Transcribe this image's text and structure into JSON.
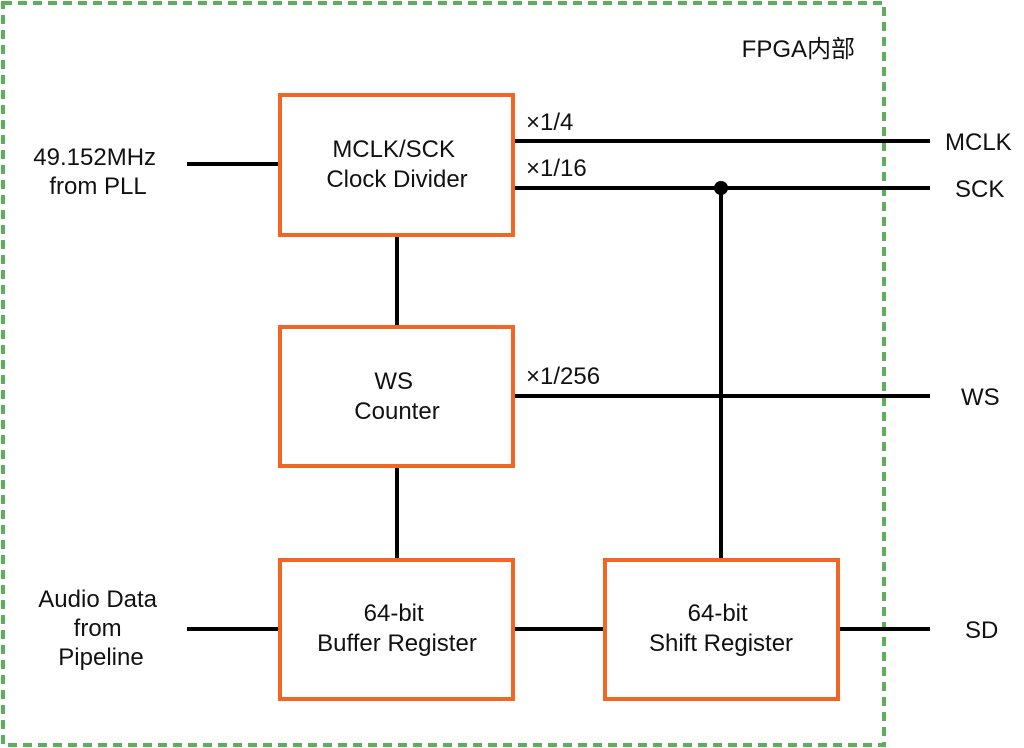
{
  "region": {
    "label": "FPGA内部",
    "border_color": "#5fae5f"
  },
  "colors": {
    "block_border": "#f26522",
    "wire": "#000000"
  },
  "blocks": [
    {
      "id": "clock-divider",
      "lines": [
        "MCLK/SCK",
        "Clock Divider"
      ]
    },
    {
      "id": "ws-counter",
      "lines": [
        "WS",
        "Counter"
      ]
    },
    {
      "id": "buffer-register",
      "lines": [
        "64-bit",
        "Buffer Register"
      ]
    },
    {
      "id": "shift-register",
      "lines": [
        "64-bit",
        "Shift Register"
      ]
    }
  ],
  "inputs": [
    {
      "id": "pll-clock",
      "lines": [
        "49.152MHz",
        "from PLL"
      ]
    },
    {
      "id": "audio-data",
      "lines": [
        "Audio Data",
        "from",
        "Pipeline"
      ]
    }
  ],
  "outputs": [
    {
      "id": "mclk",
      "label": "MCLK",
      "ratio": "×1/4"
    },
    {
      "id": "sck",
      "label": "SCK",
      "ratio": "×1/16"
    },
    {
      "id": "ws",
      "label": "WS",
      "ratio": "×1/256"
    },
    {
      "id": "sd",
      "label": "SD",
      "ratio": ""
    }
  ]
}
